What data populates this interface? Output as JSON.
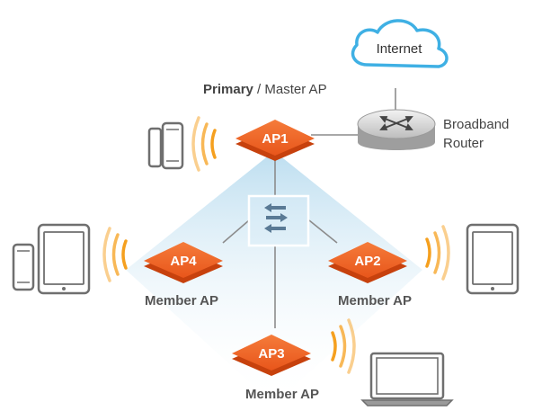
{
  "internet": {
    "label": "Internet"
  },
  "router": {
    "line1": "Broadband",
    "line2": "Router"
  },
  "primary": {
    "bold": "Primary",
    "rest": " / Master AP"
  },
  "aps": {
    "ap1": {
      "label": "AP1"
    },
    "ap2": {
      "label": "AP2",
      "caption": "Member AP"
    },
    "ap3": {
      "label": "AP3",
      "caption": "Member AP"
    },
    "ap4": {
      "label": "AP4",
      "caption": "Member AP"
    }
  },
  "colors": {
    "ap_orange": "#f06522",
    "ap_dark": "#d64a12",
    "wave_orange": "#f5a623",
    "line_gray": "#8a8a8a",
    "device_gray": "#707070",
    "cloud_outline": "#46b3e6",
    "beam_blue": "#a8d2ea"
  },
  "icons": [
    "cloud-icon",
    "router-icon",
    "switch-icon",
    "phone-icon",
    "tablet-icon",
    "laptop-icon",
    "wifi-waves-icon"
  ]
}
